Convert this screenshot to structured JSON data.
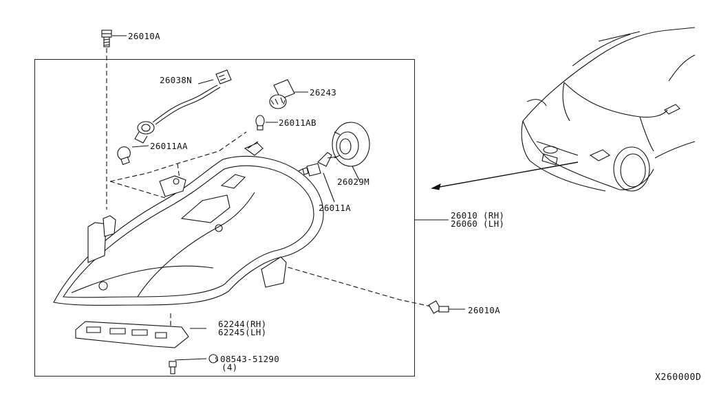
{
  "diagram": {
    "callouts": {
      "bolt_top": "26010A",
      "harness": "26038N",
      "socket": "26243",
      "bulb_small_right": "26011AB",
      "bulb_small_left": "26011AA",
      "cap": "26029M",
      "bulb_main": "26011A",
      "assy_rh": "26010 (RH)",
      "assy_lh": "26060 (LH)",
      "bolt_right": "26010A",
      "bracket_rh": "62244(RH)",
      "bracket_lh": "62245(LH)",
      "screw": "08543-51290",
      "screw_qty": "(4)",
      "screw_symbol": "S"
    },
    "diagram_code": "X260000D"
  }
}
